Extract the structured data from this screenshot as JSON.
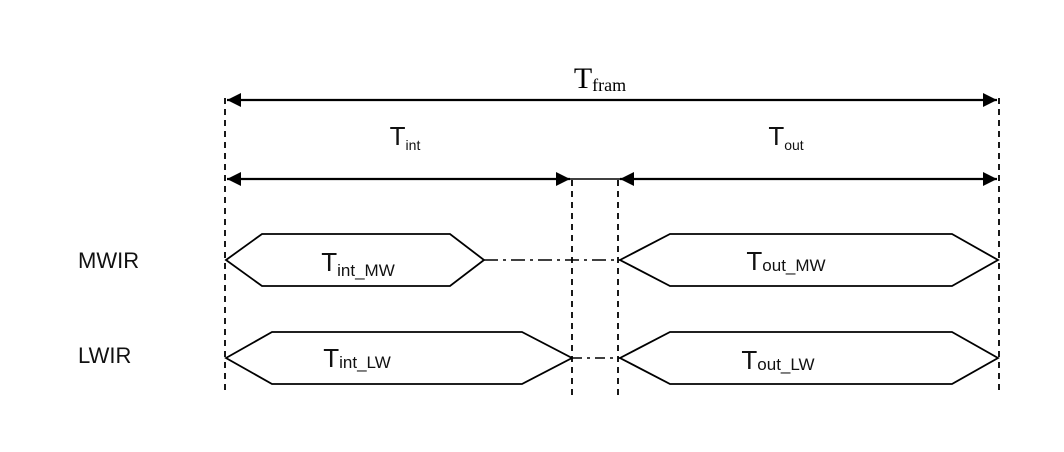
{
  "frame": {
    "base": "T",
    "sub": "fram"
  },
  "integration": {
    "base": "T",
    "sub": "int"
  },
  "readout": {
    "base": "T",
    "sub": "out"
  },
  "rows": [
    {
      "label": "MWIR",
      "int_segment": {
        "base": "T",
        "sub": "int_MW"
      },
      "out_segment": {
        "base": "T",
        "sub": "out_MW"
      }
    },
    {
      "label": "LWIR",
      "int_segment": {
        "base": "T",
        "sub": "int_LW"
      },
      "out_segment": {
        "base": "T",
        "sub": "out_LW"
      }
    }
  ]
}
